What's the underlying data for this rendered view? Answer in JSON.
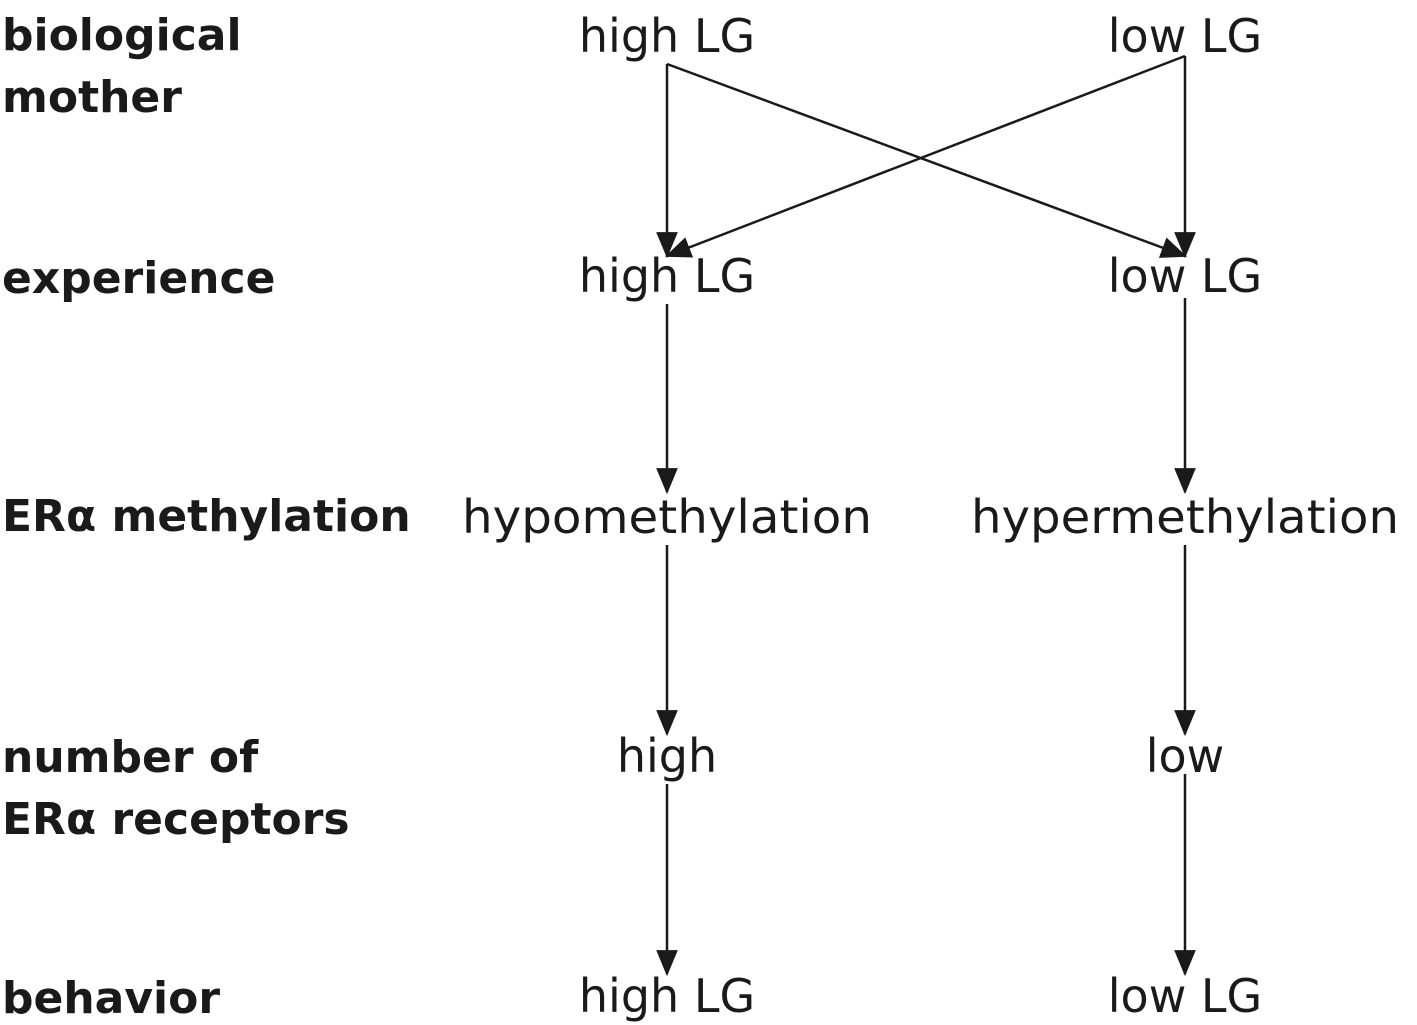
{
  "row_labels": {
    "biological_mother": [
      "biological",
      "mother"
    ],
    "experience": [
      "experience"
    ],
    "era_methylation": [
      "ERα methylation"
    ],
    "number_of_receptors": [
      "number of",
      "ERα receptors"
    ],
    "behavior": [
      "behavior"
    ]
  },
  "nodes": {
    "mother_left": "high LG",
    "mother_right": "low LG",
    "experience_left": "high LG",
    "experience_right": "low LG",
    "methylation_left": "hypomethylation",
    "methylation_right": "hypermethylation",
    "receptors_left": "high",
    "receptors_right": "low",
    "behavior_left": "high LG",
    "behavior_right": "low LG"
  },
  "colors": {
    "ink": "#1a1a1a",
    "background": "#ffffff"
  }
}
